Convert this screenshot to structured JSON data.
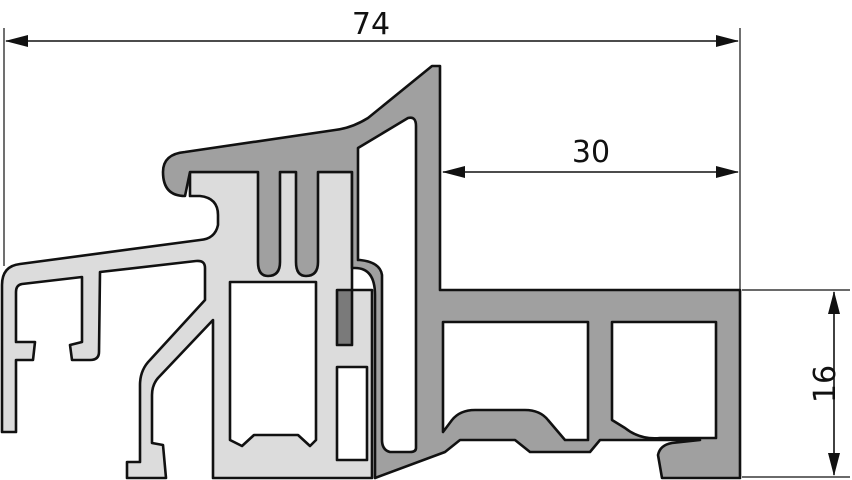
{
  "drawing": {
    "dimensions": {
      "overall_width": "74",
      "offset_width": "30",
      "height": "16"
    },
    "colors": {
      "dark_profile": "#a0a0a0",
      "light_profile": "#dcdcdc",
      "line": "#111111"
    }
  }
}
